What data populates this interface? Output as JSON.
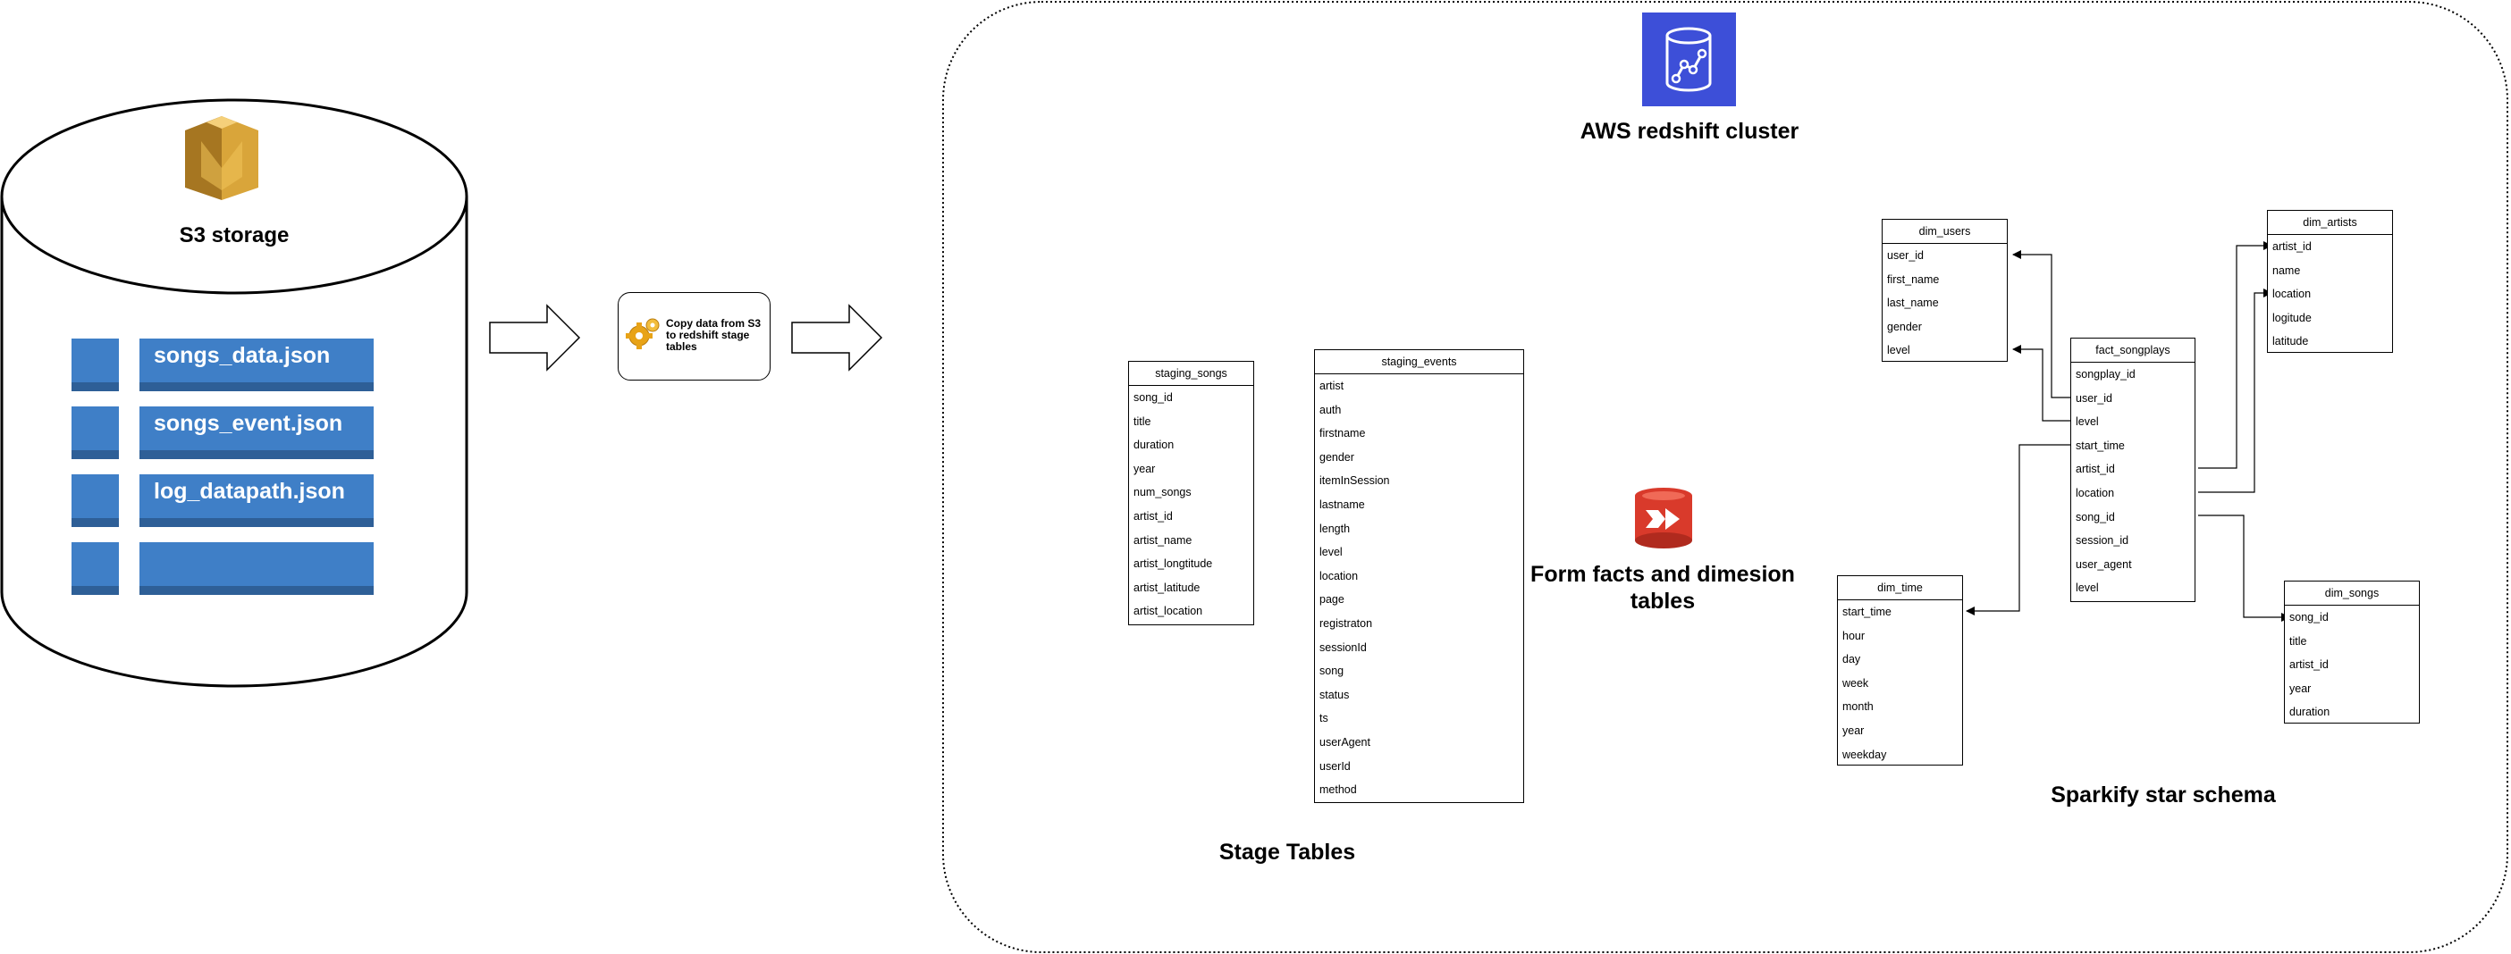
{
  "s3": {
    "title": "S3 storage",
    "icon": "s3-bucket-icon",
    "files": [
      "songs_data.json",
      "songs_event.json",
      "log_datapath.json",
      ""
    ]
  },
  "copy_step": {
    "label": "Copy data from S3 to redshift stage tables",
    "icon": "gear-icon"
  },
  "redshift": {
    "title": "AWS redshift cluster",
    "icon": "redshift-icon"
  },
  "stage": {
    "title": "Stage Tables",
    "staging_songs": {
      "name": "staging_songs",
      "columns": [
        "song_id",
        "title",
        "duration",
        "year",
        "num_songs",
        "artist_id",
        "artist_name",
        "artist_longtitude",
        "artist_latitude",
        "artist_location"
      ]
    },
    "staging_events": {
      "name": "staging_events",
      "columns": [
        "artist",
        "auth",
        "firstname",
        "gender",
        "itemInSession",
        "lastname",
        "length",
        "level",
        "location",
        "page",
        "registraton",
        "sessionId",
        "song",
        "status",
        "ts",
        "userAgent",
        "userId",
        "method"
      ]
    }
  },
  "transform": {
    "label": "Form facts and dimesion tables",
    "icon": "transform-icon"
  },
  "schema": {
    "title": "Sparkify star schema",
    "dim_users": {
      "name": "dim_users",
      "columns": [
        "user_id",
        "first_name",
        "last_name",
        "gender",
        "level"
      ]
    },
    "fact_songplays": {
      "name": "fact_songplays",
      "columns": [
        "songplay_id",
        "user_id",
        "level",
        "start_time",
        "artist_id",
        "location",
        "song_id",
        "session_id",
        "user_agent",
        "level"
      ]
    },
    "dim_artists": {
      "name": "dim_artists",
      "columns": [
        "artist_id",
        "name",
        "location",
        "logitude",
        "latitude"
      ]
    },
    "dim_time": {
      "name": "dim_time",
      "columns": [
        "start_time",
        "hour",
        "day",
        "week",
        "month",
        "year",
        "weekday"
      ]
    },
    "dim_songs": {
      "name": "dim_songs",
      "columns": [
        "song_id",
        "title",
        "artist_id",
        "year",
        "duration"
      ]
    }
  },
  "colors": {
    "file_bar": "#3f7fc7",
    "file_bar_shadow": "#2e5f97",
    "s3_icon": "#d9a53a",
    "redshift_icon": "#3d4fd8",
    "transform_icon": "#d93a2b"
  }
}
